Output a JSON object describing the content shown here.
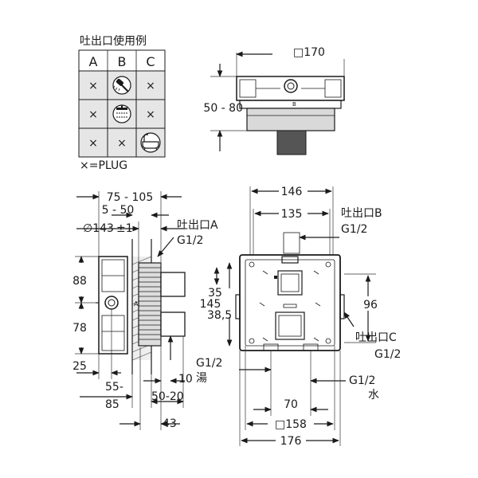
{
  "legend": {
    "title": "吐出口使用例",
    "headers": [
      "A",
      "B",
      "C"
    ],
    "rows": [
      [
        "×",
        "hand-shower-icon",
        "×"
      ],
      [
        "×",
        "rain-shower-icon",
        "×"
      ],
      [
        "×",
        "×",
        "bathtub-icon"
      ]
    ],
    "note": "×=PLUG"
  },
  "top_view": {
    "width_label": "□170",
    "depth_label": "50 - 80"
  },
  "side_view": {
    "d_75_105": "75 - 105",
    "d_5_50": "5 - 50",
    "d_143": "∅143",
    "d_143_tol": "±1",
    "d_88": "88",
    "d_78": "78",
    "d_25": "25",
    "d_55": "55-",
    "d_85": "85",
    "d_50_20": "50-20",
    "d_10": "10",
    "d_43": "43",
    "d_35": "35",
    "d_38_5": "38,5",
    "d_145": "145",
    "outlet_a": "吐出口A",
    "outlet_a_g": "G1/2",
    "hot_g": "G1/2",
    "hot": "湯"
  },
  "front_view": {
    "d_146": "146",
    "d_135": "135",
    "d_96": "96",
    "d_70": "70",
    "d_158": "□158",
    "d_176": "176",
    "outlet_b": "吐出口B",
    "outlet_b_g": "G1/2",
    "outlet_c": "吐出口C",
    "outlet_c_g": "G1/2",
    "cold_g": "G1/2",
    "cold": "水"
  }
}
